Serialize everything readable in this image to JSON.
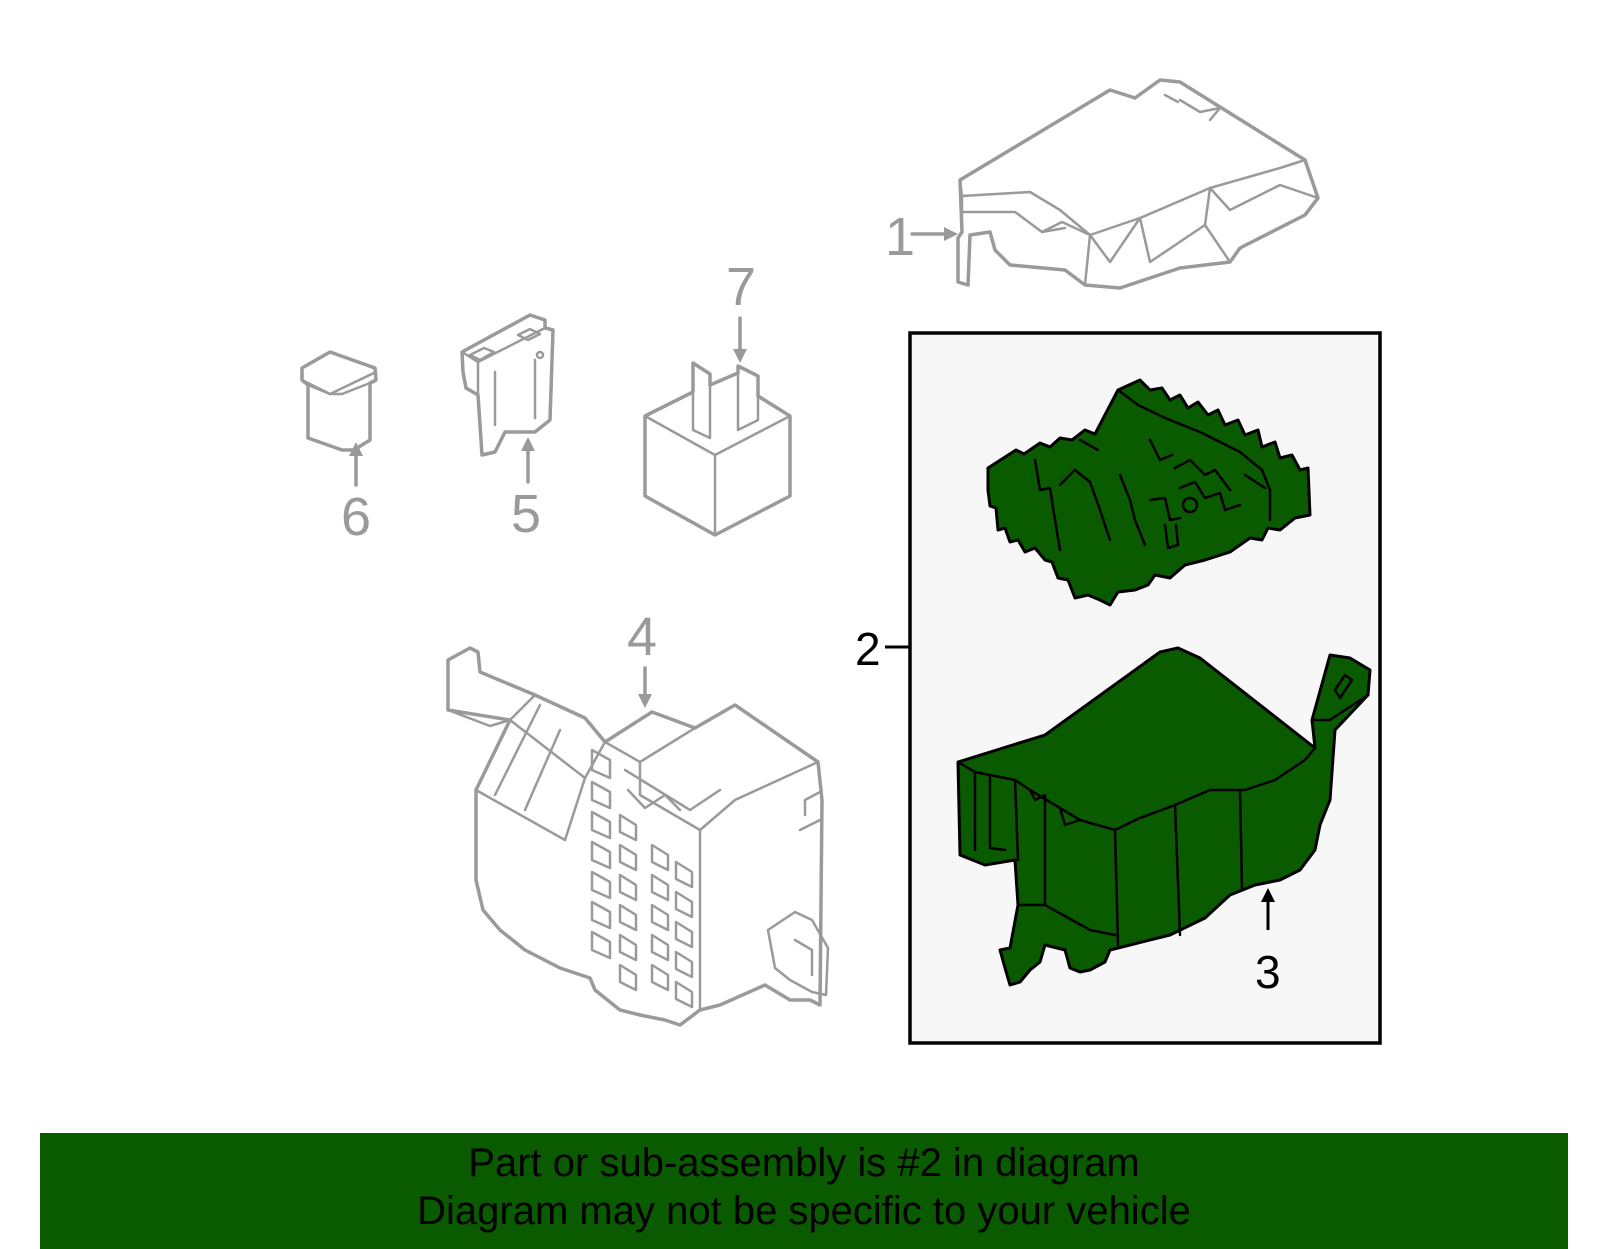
{
  "callouts": {
    "c1": "1",
    "c2": "2",
    "c3": "3",
    "c4": "4",
    "c5": "5",
    "c6": "6",
    "c7": "7"
  },
  "banner": {
    "line1": "Part or sub-assembly is #2 in diagram",
    "line2": "Diagram may not be specific to your vehicle"
  },
  "colors": {
    "highlight": "#0a5a00",
    "inactive_part": "#9a9a9a",
    "panel_bg": "#f7f7f7"
  }
}
